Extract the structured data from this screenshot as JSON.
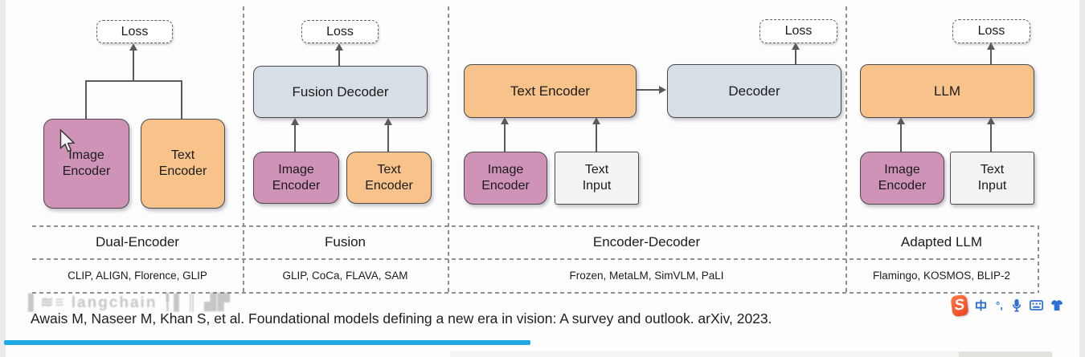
{
  "colors": {
    "image_encoder": "#cf93b8",
    "orange": "#f7c38b",
    "decoder_blue": "#d6dfe6",
    "text_input": "#f4f2f5",
    "blue_underline": "#1fa9e4",
    "ime_blue": "#2e6fd6",
    "ime_purple": "#8a5bc7"
  },
  "diagram": {
    "panels": [
      {
        "label": "Dual-Encoder",
        "models": "CLIP, ALIGN, Florence, GLIP",
        "loss": "Loss",
        "image_encoder": [
          "Image",
          "Encoder"
        ],
        "text_encoder": [
          "Text",
          "Encoder"
        ]
      },
      {
        "label": "Fusion",
        "models": "GLIP, CoCa, FLAVA, SAM",
        "loss": "Loss",
        "fusion_decoder": "Fusion Decoder",
        "image_encoder": [
          "Image",
          "Encoder"
        ],
        "text_encoder": [
          "Text",
          "Encoder"
        ]
      },
      {
        "label": "Encoder-Decoder",
        "models": "Frozen, MetaLM, SimVLM, PaLI",
        "loss": "Loss",
        "text_encoder": "Text Encoder",
        "decoder": "Decoder",
        "image_encoder": [
          "Image",
          "Encoder"
        ],
        "text_input": [
          "Text",
          "Input"
        ]
      },
      {
        "label": "Adapted LLM",
        "models": "Flamingo, KOSMOS, BLIP-2",
        "loss": "Loss",
        "llm": "LLM",
        "image_encoder": [
          "Image",
          "Encoder"
        ],
        "text_input": [
          "Text",
          "Input"
        ]
      }
    ]
  },
  "citation": "Awais M, Naseer M, Khan S, et al. Foundational models defining a new era in vision: A survey and outlook. arXiv, 2023.",
  "watermark": "▌≋≡ langchain ╿▌║ ▟▛",
  "ime": {
    "logo": "S",
    "mode_label": "中",
    "punctuation_label": "°,"
  }
}
